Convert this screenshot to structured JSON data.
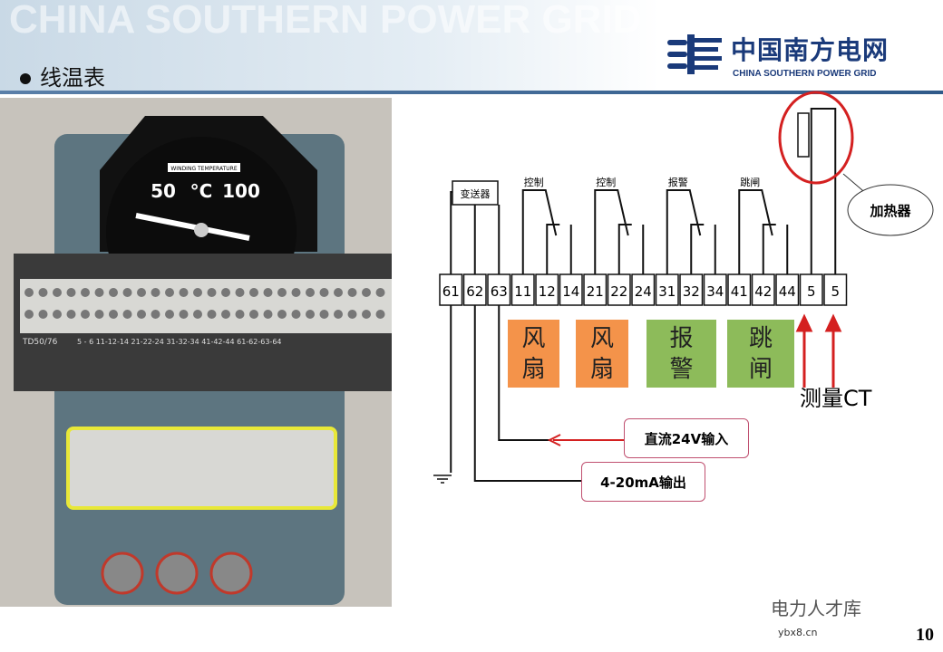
{
  "header": {
    "title": "线温表",
    "background_text": "CHINA SOUTHERN POWER GRID",
    "logo_cn": "中国南方电网",
    "logo_en": "CHINA SOUTHERN POWER GRID"
  },
  "photo": {
    "gauge_label": "WINDING TEMPERATURE",
    "gauge_50": "50",
    "gauge_unit": "°C",
    "gauge_100": "100",
    "strip_label": "TD50/76",
    "strip_numbers": "5 - 6   11-12-14  21-22-24  31-32-34  41-42-44  61-62-63-64"
  },
  "diagram": {
    "transmitter": "变送器",
    "relay_labels": [
      "控制",
      "控制",
      "报警",
      "跳闸"
    ],
    "terminals": [
      "61",
      "62",
      "63",
      "11",
      "12",
      "14",
      "21",
      "22",
      "24",
      "31",
      "32",
      "34",
      "41",
      "42",
      "44",
      "5",
      "5"
    ],
    "functions": [
      {
        "text": "风扇",
        "color": "#f4934a"
      },
      {
        "text": "风扇",
        "color": "#f4934a"
      },
      {
        "text": "报警",
        "color": "#8dbb5a"
      },
      {
        "text": "跳闸",
        "color": "#8dbb5a"
      }
    ],
    "heater_callout": "加热器",
    "ct_label": "测量CT",
    "dc_input": "直流24V输入",
    "current_output": "4-20mA输出",
    "accent_red": "#d42020"
  },
  "footer": {
    "watermark": "电力人才库",
    "site": "ybx8.cn",
    "page_number": "10"
  }
}
